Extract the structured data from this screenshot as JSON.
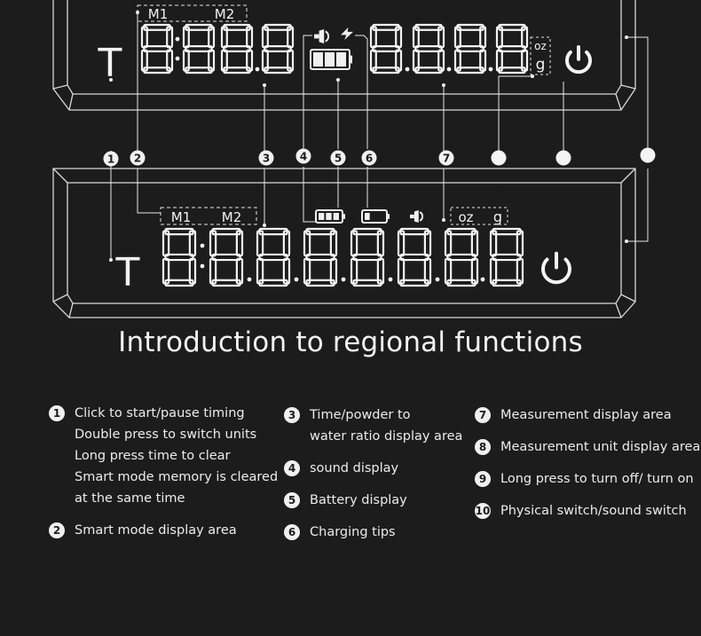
{
  "title": "Introduction to regional functions",
  "colors": {
    "background": "#1c1c1c",
    "foreground": "#f0f0f0"
  },
  "display": {
    "mode_labels": [
      "M1",
      "M2"
    ],
    "unit_labels": [
      "oz",
      "g"
    ],
    "time_symbol": "T",
    "top_digits": "8888",
    "top_weight_digits": "8888",
    "bottom_digits": "88888888",
    "icons": [
      "sound-icon",
      "battery-icon",
      "charging-icon",
      "power-icon"
    ]
  },
  "callouts": [
    {
      "number": "1",
      "marker": "numbered"
    },
    {
      "number": "2",
      "marker": "numbered"
    },
    {
      "number": "3",
      "marker": "numbered"
    },
    {
      "number": "4",
      "marker": "numbered"
    },
    {
      "number": "5",
      "marker": "numbered"
    },
    {
      "number": "6",
      "marker": "numbered"
    },
    {
      "number": "7",
      "marker": "numbered"
    },
    {
      "number": "8",
      "marker": "dot"
    },
    {
      "number": "9",
      "marker": "dot"
    },
    {
      "number": "10",
      "marker": "dot"
    }
  ],
  "legend": [
    {
      "number": "1",
      "lines": [
        "Click to start/pause timing",
        "Double press to switch units",
        "Long press time to clear",
        "Smart mode memory is cleared",
        "at the same time"
      ]
    },
    {
      "number": "2",
      "lines": [
        "Smart mode display area"
      ]
    },
    {
      "number": "3",
      "lines": [
        "Time/powder to",
        "water ratio display area"
      ]
    },
    {
      "number": "4",
      "lines": [
        "sound display"
      ]
    },
    {
      "number": "5",
      "lines": [
        "Battery display"
      ]
    },
    {
      "number": "6",
      "lines": [
        "Charging tips"
      ]
    },
    {
      "number": "7",
      "lines": [
        "Measurement display area"
      ]
    },
    {
      "number": "8",
      "lines": [
        "Measurement unit display area"
      ]
    },
    {
      "number": "9",
      "lines": [
        "Long press to turn off/ turn on"
      ]
    },
    {
      "number": "10",
      "lines": [
        "Physical switch/sound switch"
      ]
    }
  ]
}
